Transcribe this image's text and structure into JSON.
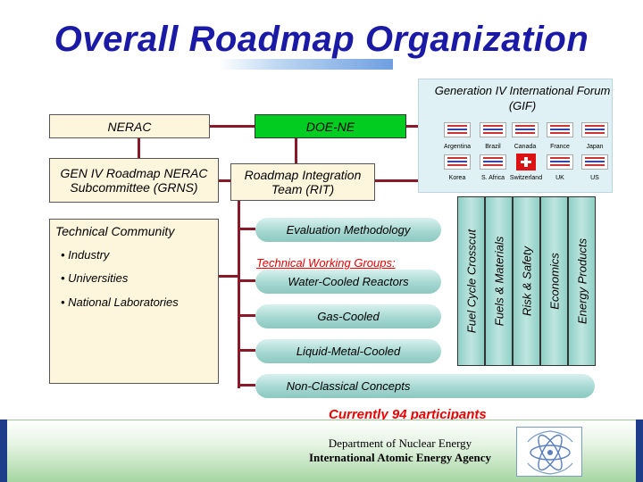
{
  "title": "Overall Roadmap Organization",
  "boxes": {
    "nerac": "NERAC",
    "doe_ne": "DOE-NE",
    "grns": "GEN IV Roadmap NERAC Subcommittee (GRNS)",
    "rit": "Roadmap Integration Team (RIT)"
  },
  "gif": {
    "title": "Generation IV International Forum (GIF)",
    "countries_row1": [
      "Argentina",
      "Brazil",
      "Canada",
      "France",
      "Japan"
    ],
    "countries_row2": [
      "Korea",
      "S. Africa",
      "Switzerland",
      "UK",
      "US"
    ]
  },
  "technical_community": {
    "heading": "Technical Community",
    "items": [
      "Industry",
      "Universities",
      "National Laboratories"
    ]
  },
  "evaluation_methodology": "Evaluation Methodology",
  "working_groups": {
    "heading": "Technical Working Groups:",
    "items": [
      "Water-Cooled Reactors",
      "Gas-Cooled",
      "Liquid-Metal-Cooled",
      "Non-Classical Concepts"
    ]
  },
  "crosscuts": [
    "Fuel Cycle Crosscut",
    "Fuels & Materials",
    "Risk & Safety",
    "Economics",
    "Energy Products"
  ],
  "participants": "Currently 94 participants",
  "footer": {
    "line1": "Department of Nuclear Energy",
    "line2": "International Atomic Energy Agency"
  },
  "colors": {
    "title": "#1a1aa6",
    "connector": "#8a1a2a",
    "doe_box": "#00cc22",
    "participants": "#ee0000"
  }
}
